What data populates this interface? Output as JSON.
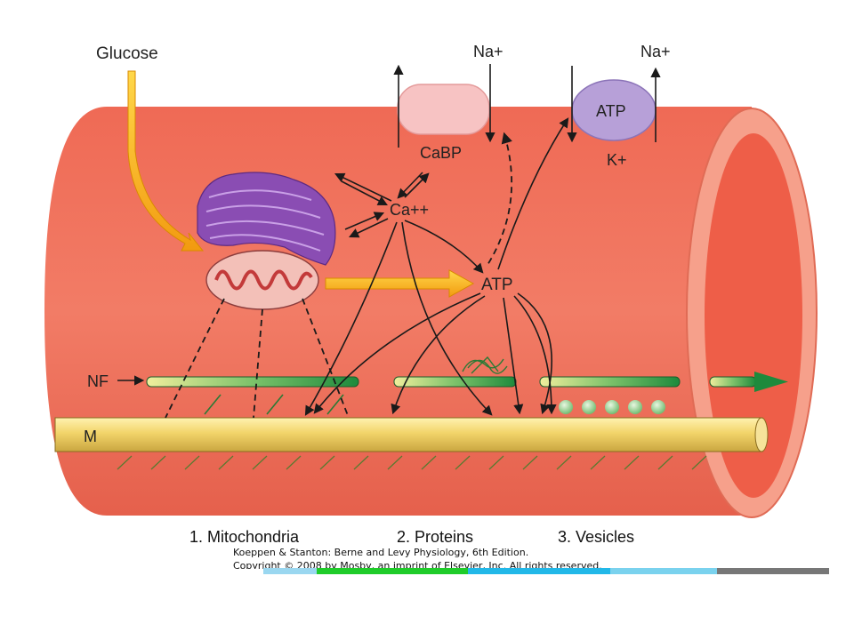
{
  "labels": {
    "glucose": "Glucose",
    "na_left": "Na+",
    "na_right": "Na+",
    "atp_pump": "ATP",
    "k": "K+",
    "cabp": "CaBP",
    "ca": "Ca++",
    "atp_center": "ATP",
    "nf": "NF",
    "m": "M"
  },
  "captions": {
    "mitochondria": "1. Mitochondria",
    "proteins": "2. Proteins",
    "vesicles": "3. Vesicles"
  },
  "credit": {
    "line1": "Koeppen & Stanton: Berne and Levy Physiology, 6th Edition.",
    "line2": "Copyright © 2008 by Mosby, an imprint of Elsevier, Inc. All rights reserved."
  },
  "colors": {
    "axon": "#f06a55",
    "axon_light": "#f7a08a",
    "mitochondrion": "#8a4db3",
    "neurofilament": "#2e9a4a",
    "microtubule": "#f0d26a",
    "arrow": "#ffb000"
  }
}
